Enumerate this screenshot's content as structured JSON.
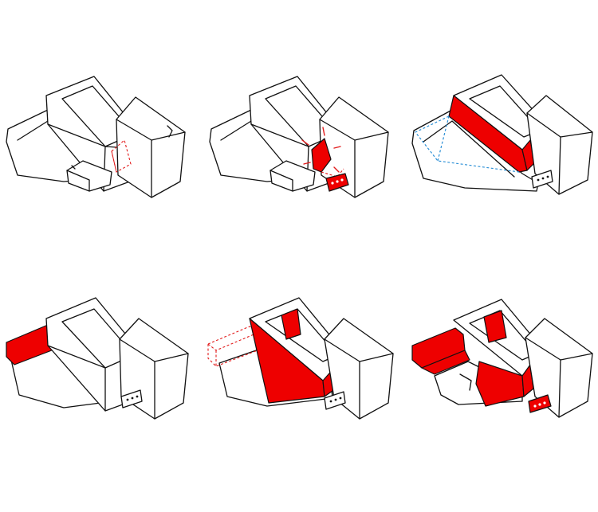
{
  "diagram": {
    "panels": [
      {
        "id": "step-1",
        "highlight": "dashed-cut-at-junction",
        "has_small_block": false,
        "block_filled": false
      },
      {
        "id": "step-2",
        "highlight": "red-cut-piece-with-lines",
        "has_small_block": true,
        "block_filled": true
      },
      {
        "id": "step-3",
        "highlight": "red-long-bar-with-blue-dashed-outline",
        "has_small_block": true,
        "block_filled": false
      },
      {
        "id": "step-4",
        "highlight": "red-left-wing",
        "has_small_block": true,
        "block_filled": false
      },
      {
        "id": "step-5",
        "highlight": "red-core-with-dashed-left-wing",
        "has_small_block": true,
        "block_filled": false
      },
      {
        "id": "step-6",
        "highlight": "red-wing-bar-and-core",
        "has_small_block": true,
        "block_filled": true
      }
    ],
    "colors": {
      "ink": "#111111",
      "highlight_red": "#ee0000",
      "dashed_red": "#e21b1b",
      "dashed_blue": "#2a8fd6",
      "background": "#ffffff"
    }
  }
}
